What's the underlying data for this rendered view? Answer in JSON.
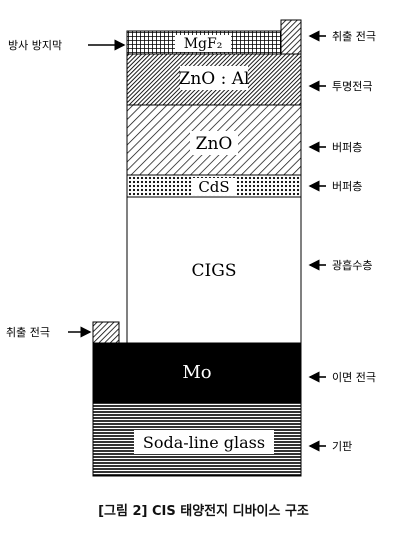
{
  "layers": {
    "mgf2": "MgF₂",
    "zno_al": "ZnO : Al",
    "zno": "ZnO",
    "cds": "CdS",
    "cigs": "CIGS",
    "mo": "Mo",
    "substrate": "Soda-line glass"
  },
  "left_labels": {
    "anti_reflection": "방사 방지막",
    "extraction_electrode": "취출  전극"
  },
  "right_labels": {
    "extraction_electrode": "취출 전극",
    "transparent_electrode": "투명전극",
    "buffer_zno": "버퍼층",
    "buffer_cds": "버퍼층",
    "absorber": "광흡수층",
    "back_electrode": "이면 전극",
    "substrate": "기판"
  },
  "caption": "[그림 2] CIS 태양전지 디바이스 구조"
}
